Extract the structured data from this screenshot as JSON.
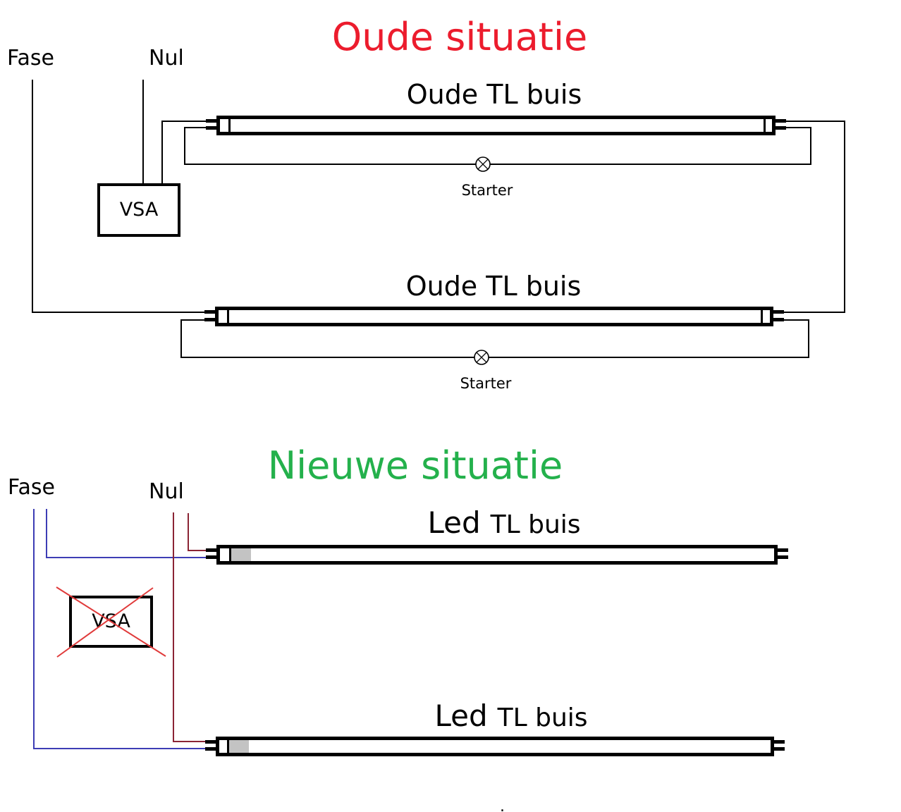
{
  "colors": {
    "old_title": "#ec1c2d",
    "new_title": "#24b14c",
    "fase_wire": "#3d3db5",
    "nul_wire": "#8b2434",
    "vsa_cross": "#e03a3a",
    "led_marker": "#c3c3c3",
    "wire": "#000000"
  },
  "old": {
    "title": "Oude situatie",
    "fase_label": "Fase",
    "nul_label": "Nul",
    "vsa_label": "VSA",
    "tube1_label": "Oude TL buis",
    "tube2_label": "Oude TL buis",
    "starter1_label": "Starter",
    "starter2_label": "Starter"
  },
  "new": {
    "title": "Nieuwe situatie",
    "fase_label": "Fase",
    "nul_label": "Nul",
    "vsa_label": "VSA",
    "tube1_label_prefix": "Led",
    "tube1_label_suffix": "TL buis",
    "tube2_label_prefix": "Led",
    "tube2_label_suffix": "TL buis"
  },
  "misc": {
    "stray_mark": "."
  }
}
